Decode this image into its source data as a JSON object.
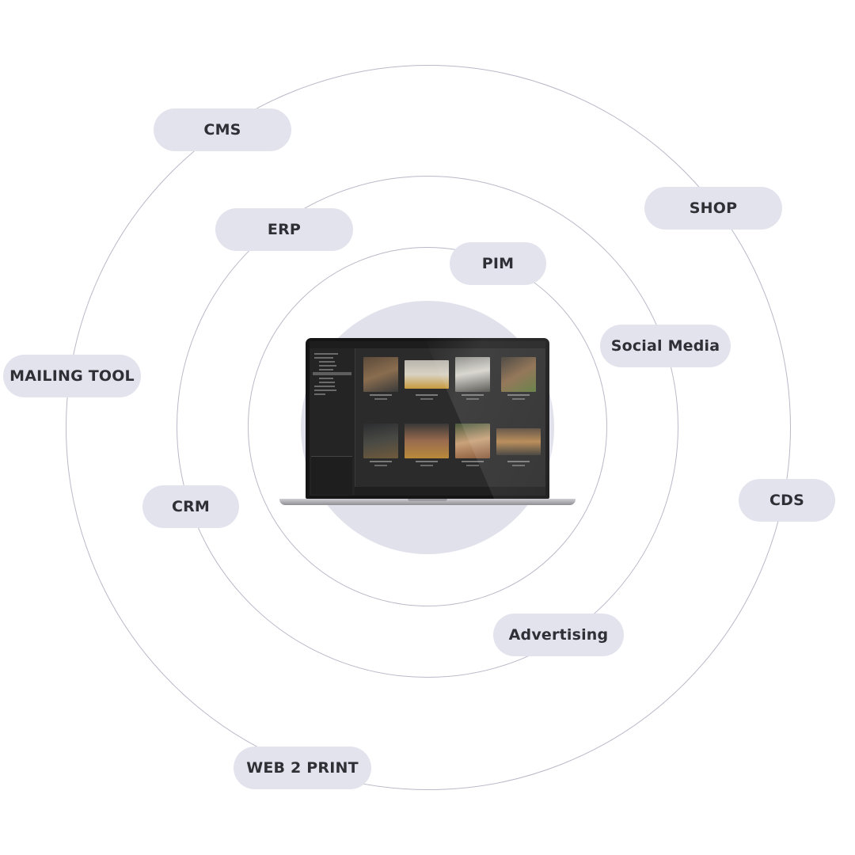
{
  "diagram": {
    "labels": {
      "cms": "CMS",
      "erp": "ERP",
      "pim": "PIM",
      "shop": "SHOP",
      "social_media": "Social Media",
      "mailing_tool": "MAILING TOOL",
      "crm": "CRM",
      "cds": "CDS",
      "advertising": "Advertising",
      "web2print": "WEB 2 PRINT"
    },
    "center_device": "laptop-dam-screen",
    "colors": {
      "pill_background": "#e3e3ee",
      "core_circle": "#e1e1ec",
      "ring_stroke": "#b9b9c8",
      "label_text": "#2f3036"
    }
  }
}
